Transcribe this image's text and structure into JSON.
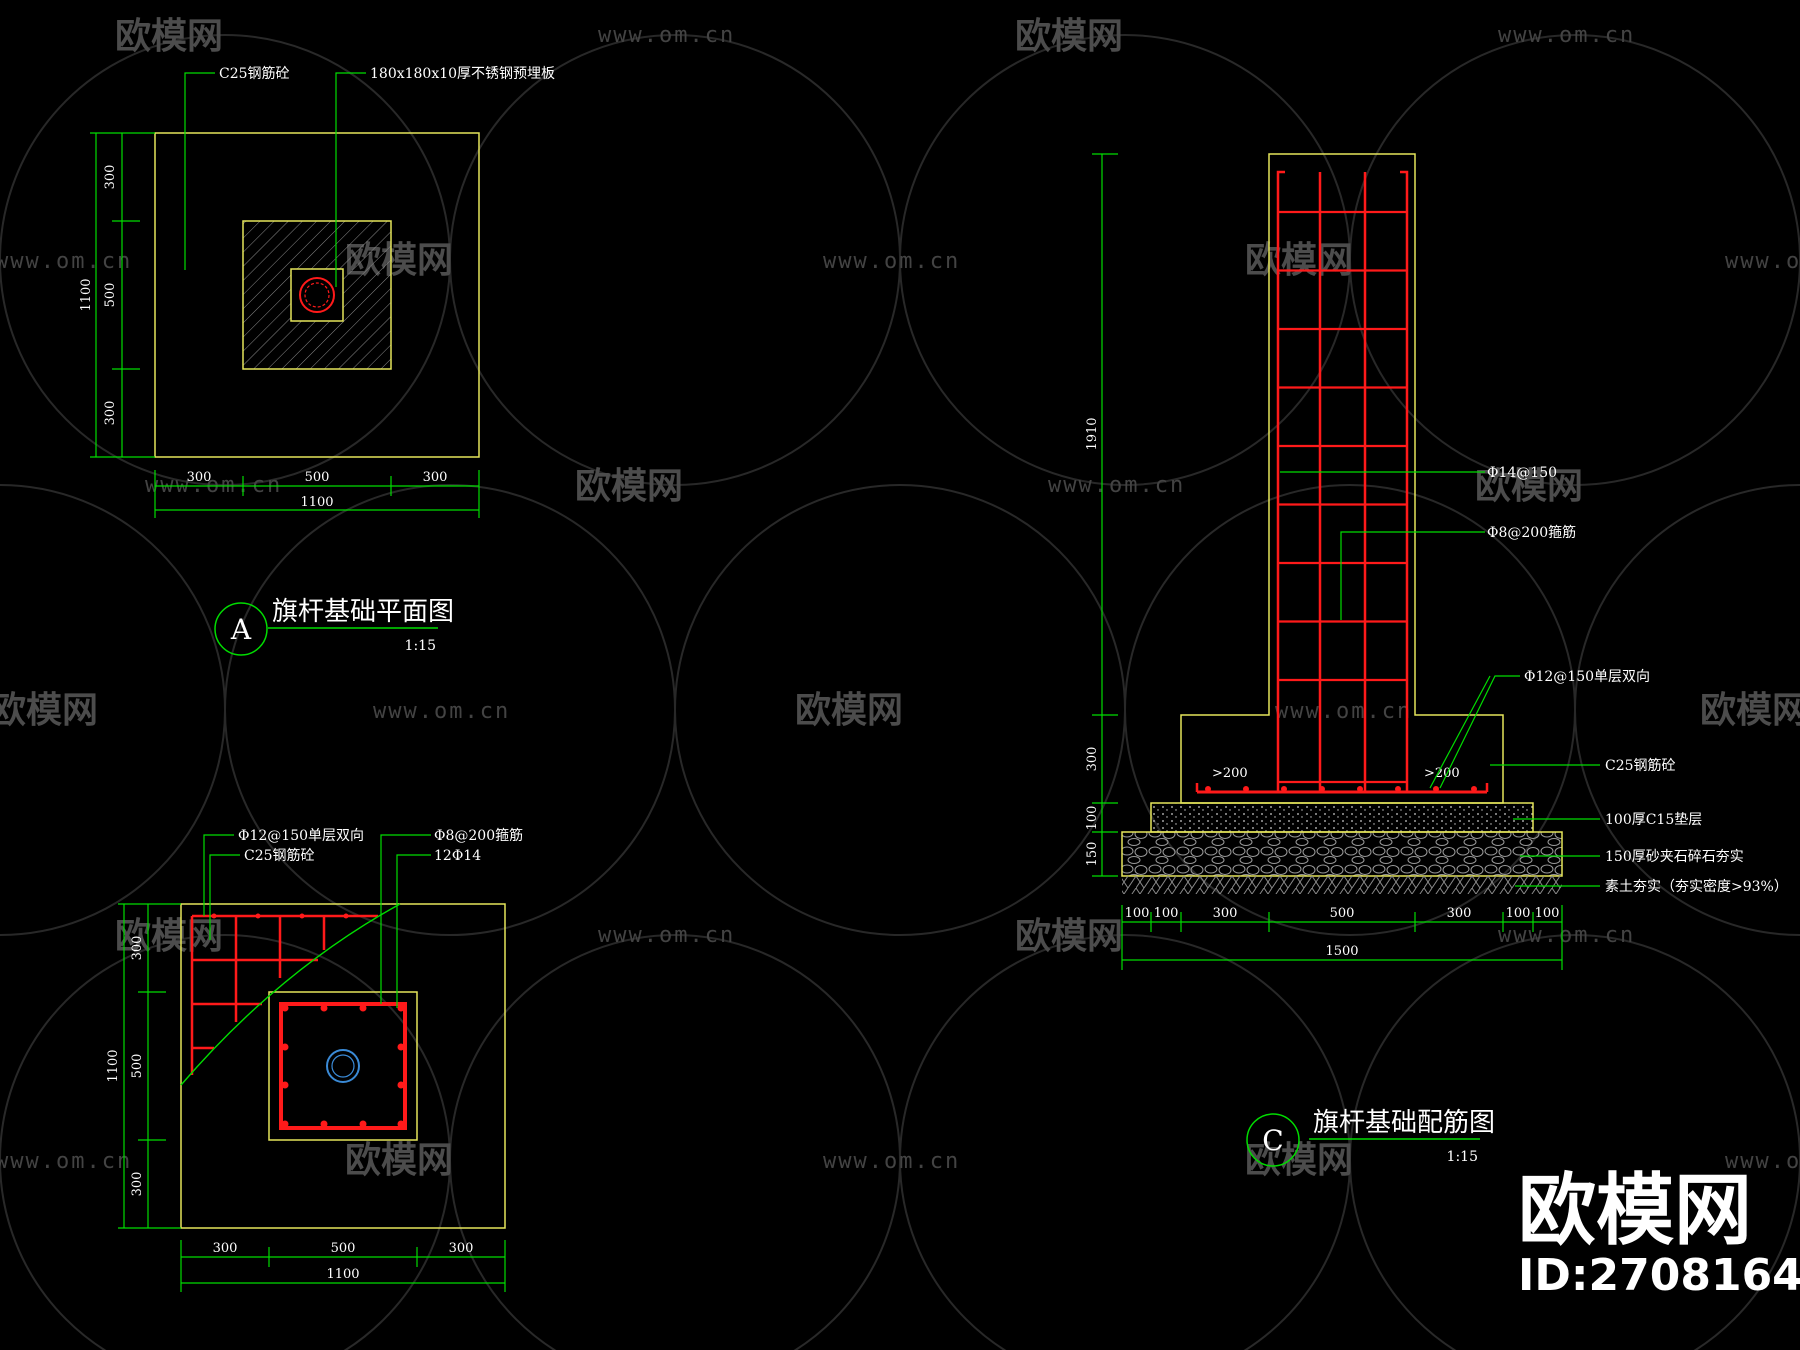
{
  "plan_a": {
    "annotations": [
      "C25钢筋砼",
      "180x180x10厚不锈钢预埋板"
    ],
    "dims_left": [
      "300",
      "500",
      "300",
      "1100"
    ],
    "dims_bottom": [
      "300",
      "500",
      "300",
      "1100"
    ],
    "tag": "A",
    "title": "旗杆基础平面图",
    "scale": "1:15"
  },
  "plan_b": {
    "annotations": [
      "Φ12@150单层双向",
      "C25钢筋砼",
      "Φ8@200箍筋",
      "12Φ14"
    ],
    "dims_left": [
      "300",
      "500",
      "300",
      "1100"
    ],
    "dims_bottom": [
      "300",
      "500",
      "300",
      "1100"
    ]
  },
  "section_c": {
    "annotations": [
      "Φ14@150",
      "Φ8@200箍筋",
      "Φ12@150单层双向",
      "C25钢筋砼",
      "100厚C15垫层",
      "150厚砂夹石碎石夯实",
      "素土夯实（夯实密度>93%）"
    ],
    "dims_left": [
      "1910",
      "300",
      "100",
      "150"
    ],
    "dims_bottom": [
      "100",
      "100",
      "300",
      "500",
      "300",
      "100",
      "100",
      "1500"
    ],
    "cover": [
      ">200",
      ">200"
    ],
    "tag": "C",
    "title": "旗杆基础配筋图",
    "scale": "1:15"
  },
  "watermark": {
    "logo": "欧模网",
    "url": "www.om.cn"
  },
  "brand": {
    "name": "欧模网",
    "id": "ID:2708164"
  },
  "colors": {
    "outline": "#e6e65a",
    "rebar": "#ff1a1a",
    "dimension": "#00dd00",
    "background": "#000000"
  }
}
